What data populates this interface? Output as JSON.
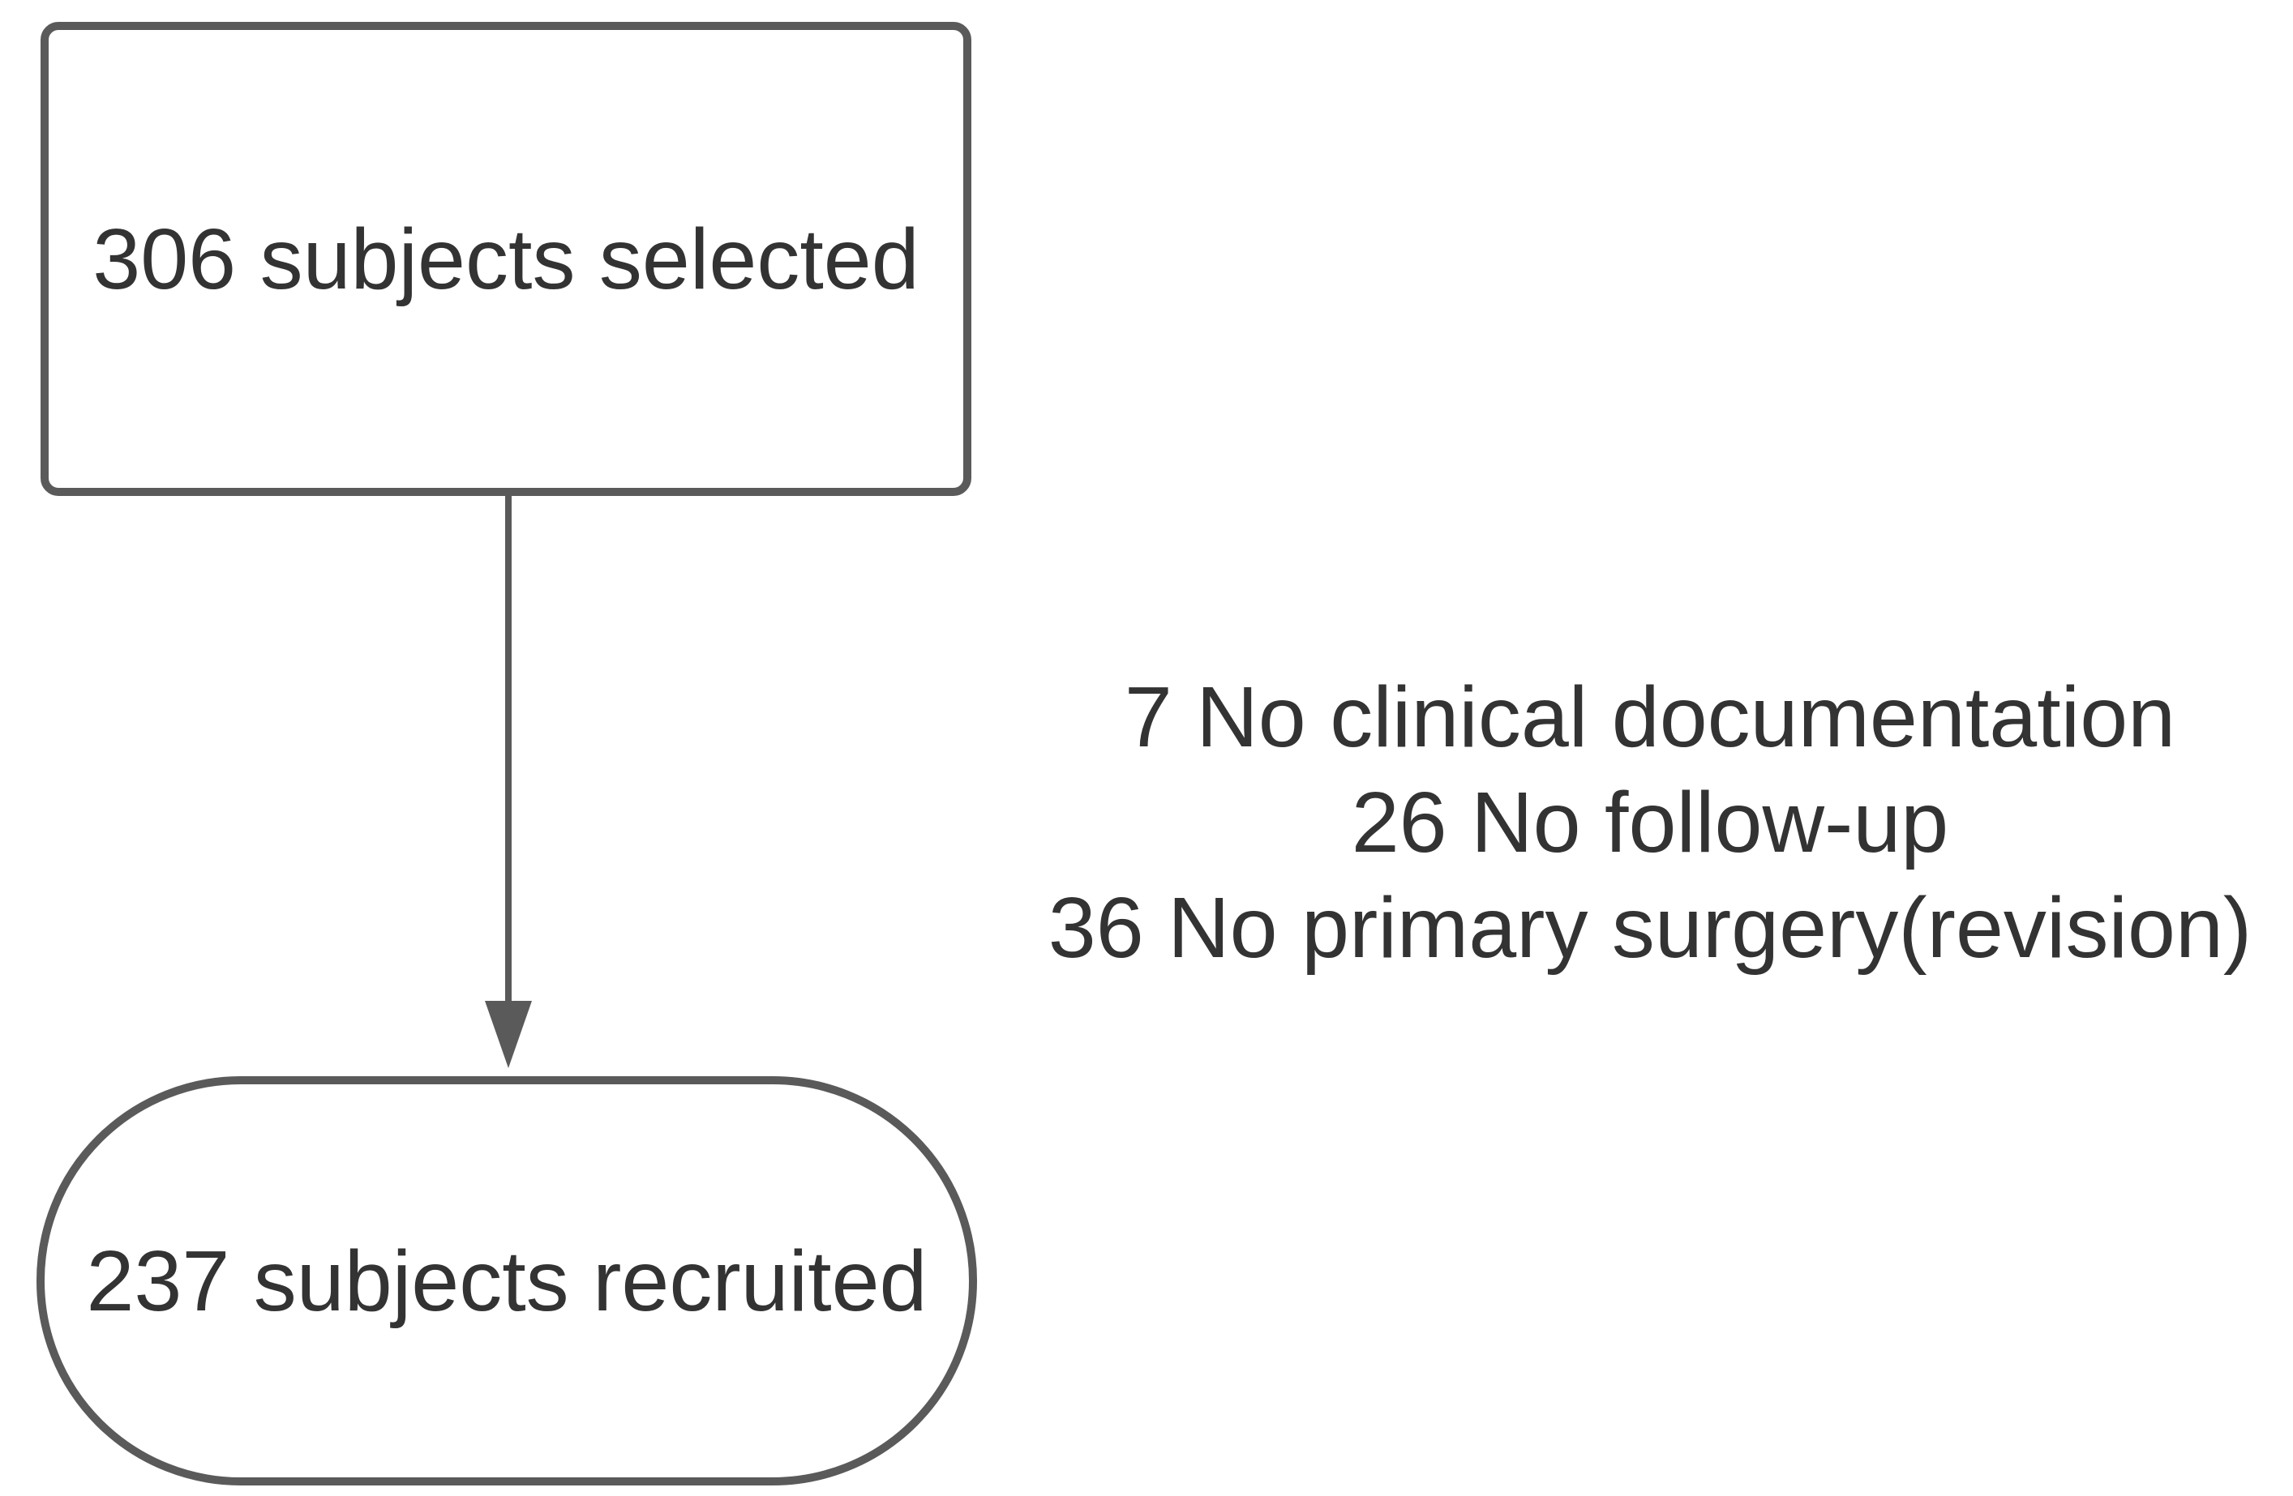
{
  "nodes": {
    "selected": {
      "label": "306 subjects selected"
    },
    "recruited": {
      "label": "237 subjects recruited"
    }
  },
  "exclusions": {
    "lines": [
      "7 No clinical documentation",
      "26 No follow-up",
      "36 No primary surgery(revision)"
    ]
  },
  "colors": {
    "stroke": "#5a5a5a",
    "text": "#333333",
    "background": "#ffffff"
  }
}
